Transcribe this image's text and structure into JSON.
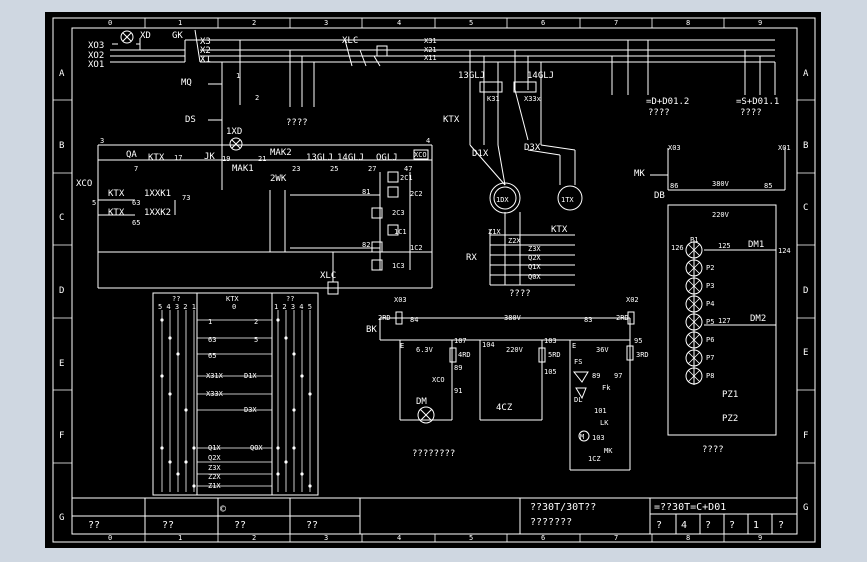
{
  "colors": {
    "background": "#000000",
    "lines": "#ffffff",
    "page": "#cfd7e1"
  },
  "grid": {
    "top_numbers": [
      "0",
      "1",
      "2",
      "3",
      "4",
      "5",
      "6",
      "7",
      "8",
      "9"
    ],
    "bottom_numbers": [
      "0",
      "1",
      "2",
      "3",
      "4",
      "5",
      "6",
      "7",
      "8",
      "9"
    ],
    "left_letters": [
      "A",
      "B",
      "C",
      "D",
      "E",
      "F",
      "G"
    ],
    "right_letters": [
      "A",
      "B",
      "C",
      "D",
      "E",
      "F",
      "G"
    ]
  },
  "labels": {
    "xd": "XD",
    "gk": "GK",
    "xo3": "XO3",
    "xo2": "XO2",
    "xo1": "XO1",
    "x3": "X3",
    "x2": "X2",
    "x1": "X1",
    "xlc": "XLC",
    "x31": "X31",
    "x21": "X21",
    "x11": "X11",
    "mq": "MQ",
    "ds": "DS",
    "n1": "1",
    "n2": "2",
    "qmarks_top": "????",
    "n3": "3",
    "n4": "4",
    "qa": "QA",
    "ktx": "KTX",
    "n17": "17",
    "jk": "JK",
    "onexd": "1XD",
    "mak2": "MAK2",
    "mak1": "MAK1",
    "n19": "19",
    "n21": "21",
    "n23": "23",
    "glj13": "13GLJ",
    "glj14": "14GLJ",
    "oglj": "OGLJ",
    "xco_r": "XCO",
    "n25": "25",
    "n27": "27",
    "n47": "47",
    "c2c1": "2C1",
    "c2c2": "2C2",
    "c2c3": "2C3",
    "c1c1": "1C1",
    "c1c2": "1C2",
    "c1c3": "1C3",
    "n81": "81",
    "n82": "82",
    "twowk": "2WK",
    "xco_l": "XCO",
    "ktx_c1": "KTX",
    "xxk1": "1XXK1",
    "ktx_c2": "KTX",
    "xxk2": "1XXK2",
    "n5": "5",
    "n7": "7",
    "n63": "63",
    "n65": "65",
    "n73": "73",
    "xlc_lower": "XLC",
    "glj13_m": "13GLJ",
    "glj14_m": "14GLJ",
    "k31": "K31",
    "k33": "X33x",
    "ktx_m": "KTX",
    "d1x": "D1X",
    "d3x": "D3X",
    "onedx": "1DX",
    "onetx": "1TX",
    "z1x": "Z1X",
    "z2x": "Z2X",
    "z3x": "Z3X",
    "q2x": "Q2X",
    "q1x": "Q1X",
    "q0x": "Q0X",
    "ktx_rx": "KTX",
    "rx": "RX",
    "qmarks_rx": "????",
    "eqd": "=D+D01.2",
    "eqs": "=S+D01.1",
    "qmarks_d": "????",
    "qmarks_s": "????",
    "x03_r": "X03",
    "x01_r": "X01",
    "mk": "MK",
    "db": "DB",
    "n86": "86",
    "n85": "85",
    "v380": "380V",
    "v220": "220V",
    "p1": "P1",
    "p2": "P2",
    "p3": "P3",
    "p4": "P4",
    "p5": "P5",
    "p6": "P6",
    "p7": "P7",
    "p8": "P8",
    "n126": "126",
    "n125": "125",
    "n127": "127",
    "n124": "124",
    "dm1": "DM1",
    "dm2": "DM2",
    "pz1": "PZ1",
    "pz2": "PZ2",
    "qmarks_pz": "????",
    "x03_b": "X03",
    "x02_b": "X02",
    "twordl": "2RD",
    "twordr": "2RD",
    "n84": "84",
    "n83": "83",
    "v380b": "380V",
    "bk": "BK",
    "e1": "E",
    "v63": "6.3V",
    "n107": "107",
    "fourrd": "4RD",
    "n89": "89",
    "xco_b": "XCO",
    "n91": "91",
    "dm": "DM",
    "n104": "104",
    "v220b": "220V",
    "n103": "103",
    "fiverd": "5RD",
    "n105": "105",
    "fourcz": "4CZ",
    "v36": "36V",
    "n95": "95",
    "threerd": "3RD",
    "e2": "E",
    "fs": "FS",
    "n89b": "89",
    "n97": "97",
    "fk": "Fk",
    "dl": "DL",
    "n101": "101",
    "lk": "LK",
    "m": "M",
    "n103b": "103",
    "onecz": "1CZ",
    "mk_b": "MK",
    "qmarks_dm": "????????",
    "tbl_q": "??",
    "tbl_ktx": "KTX",
    "tbl_0": "0",
    "tbl_1": "1",
    "tbl_2": "2",
    "tbl_63": "63",
    "tbl_5": "5",
    "tbl_65": "65",
    "tbl_x31x": "X31X",
    "tbl_d1x": "D1X",
    "tbl_x33x": "X33X",
    "tbl_d3x": "D3X",
    "tbl_q1x": "Q1X",
    "tbl_q2x": "Q2X",
    "tbl_z3x": "Z3X",
    "tbl_z2x": "Z2X",
    "tbl_z1x": "Z1X",
    "tbl_q0x": "QOX",
    "tbl_nums_l": "5 4 3 2 1",
    "tbl_nums_r": "1 2 3 4 5",
    "qmarks_tl": "??",
    "qmarks_tr": "??"
  },
  "title_block": {
    "cells_bottom": [
      "??",
      "??",
      "??",
      "??"
    ],
    "copyright": "©",
    "drawing_title": "??30T/30T??",
    "subtitle": "???????",
    "code": "=??30T=C+D01",
    "page_info": [
      "?",
      "4",
      "?",
      "?",
      "1",
      "?"
    ]
  }
}
